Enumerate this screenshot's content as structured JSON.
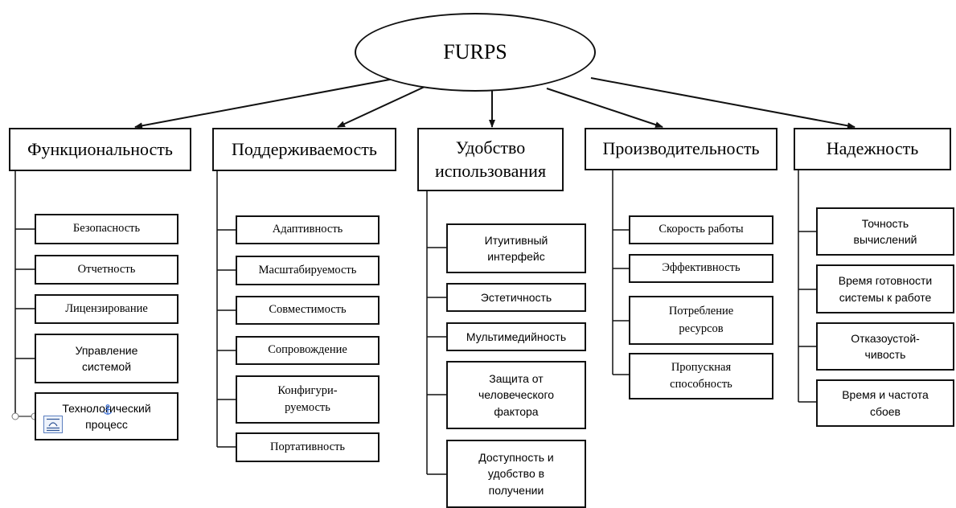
{
  "root": {
    "label": "FURPS"
  },
  "categories": [
    {
      "key": "functionality",
      "label": "Функциональность",
      "items": [
        "Безопасность",
        "Отчетность",
        "Лицензирование",
        "Управление\nсистемой",
        "Технологический\nпроцесс"
      ]
    },
    {
      "key": "supportability",
      "label": "Поддерживаемость",
      "items": [
        "Адаптивность",
        "Масштабируемость",
        "Совместимость",
        "Сопровождение",
        "Конфигури-\nруемость",
        "Портативность"
      ]
    },
    {
      "key": "usability",
      "label": "Удобство\nиспользования",
      "items": [
        "Итуитивный\nинтерфейс",
        "Эстетичность",
        "Мультимедийность",
        "Защита от\nчеловеческого\nфактора",
        "Доступность и\nудобство в\nполучении"
      ]
    },
    {
      "key": "performance",
      "label": "Производительность",
      "items": [
        "Скорость работы",
        "Эффективность",
        "Потребление\nресурсов",
        "Пропускная\nспособность"
      ]
    },
    {
      "key": "reliability",
      "label": "Надежность",
      "items": [
        "Точность\nвычислений",
        "Время готовности\nсистемы к работе",
        "Отказоустой-\nчивость",
        "Время и частота\nсбоев"
      ]
    }
  ],
  "colors": {
    "line": "#111111",
    "anchor": "#3b6fd4"
  }
}
